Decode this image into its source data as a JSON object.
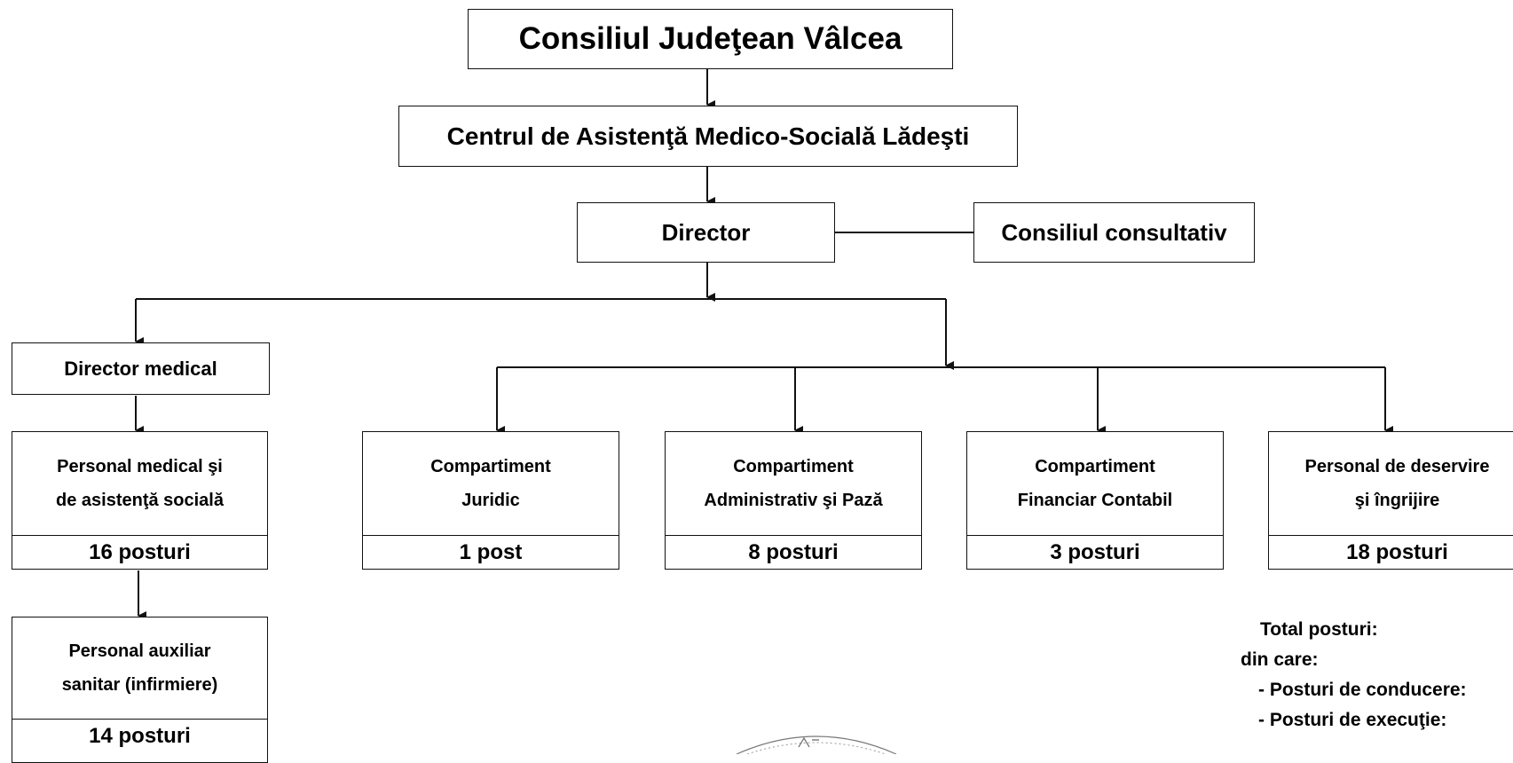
{
  "title": "Consiliul Judeţean Vâlcea",
  "center": "Centrul de Asistenţă Medico-Socială Lădeşti",
  "director": "Director",
  "council": "Consiliul consultativ",
  "director_medical": "Director medical",
  "medical_unit": {
    "line1": "Personal medical şi",
    "line2": "de asistenţă socială",
    "posts": "16 posturi"
  },
  "auxiliary_unit": {
    "line1": "Personal auxiliar",
    "line2": "sanitar (infirmiere)",
    "posts": "14 posturi"
  },
  "departments": [
    {
      "line1": "Compartiment",
      "line2": "Juridic",
      "posts": "1 post"
    },
    {
      "line1": "Compartiment",
      "line2": "Administrativ şi Pază",
      "posts": "8 posturi"
    },
    {
      "line1": "Compartiment",
      "line2": "Financiar Contabil",
      "posts": "3 posturi"
    },
    {
      "line1": "Personal de deservire",
      "line2": "şi îngrijire",
      "posts": "18 posturi"
    }
  ],
  "totals": {
    "total": "Total posturi:",
    "of_which": "din care:",
    "management": "- Posturi de conducere:",
    "execution": "- Posturi de execuţie:"
  }
}
